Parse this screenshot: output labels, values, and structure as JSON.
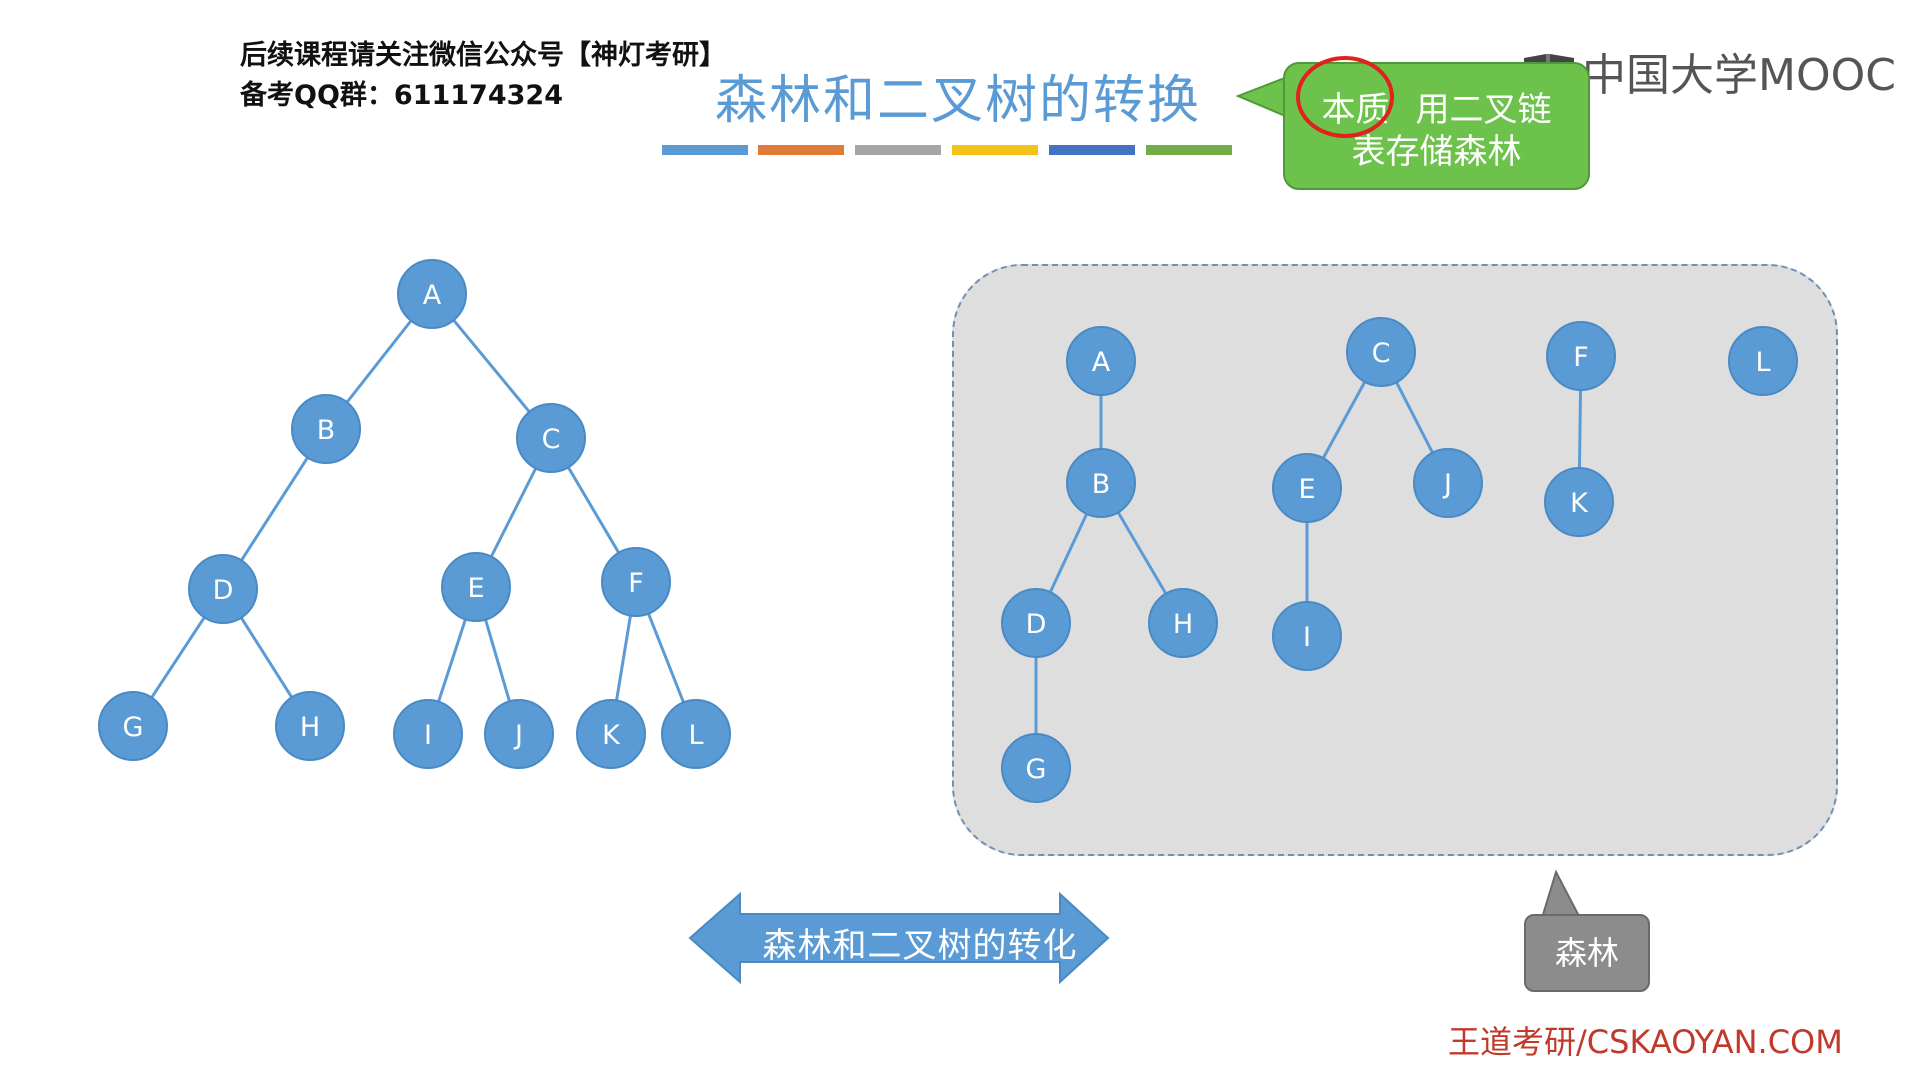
{
  "notice": {
    "line1": "后续课程请关注微信公众号【神灯考研】",
    "line2": "备考QQ群：611174324"
  },
  "title": "森林和二叉树的转换",
  "color_bars": [
    "#5b9bd5",
    "#e07b39",
    "#a5a5a5",
    "#f2c316",
    "#4472c4",
    "#70ad47"
  ],
  "logo": {
    "text": "中国大学MOOC",
    "icon": "mooc-book-icon"
  },
  "callout": {
    "emphasis": "本质",
    "line1_rest": "用二叉链",
    "line2": "表存储森林"
  },
  "arrow_label": "森林和二叉树的转化",
  "forest_label": "森林",
  "footer": "王道考研/CSKAOYAN.COM",
  "colors": {
    "node": "#5b9bd5",
    "node_border": "#4a8ac4",
    "edge": "#5b9bd5",
    "callout_green": "#6cc24a",
    "callout_gray": "#8c8c8c",
    "emphasis_circle": "#e0211d",
    "footer": "#c0392b"
  },
  "binary_tree": {
    "nodes": [
      "A",
      "B",
      "C",
      "D",
      "E",
      "F",
      "G",
      "H",
      "I",
      "J",
      "K",
      "L"
    ],
    "edges": [
      [
        "A",
        "B"
      ],
      [
        "A",
        "C"
      ],
      [
        "B",
        "D"
      ],
      [
        "C",
        "E"
      ],
      [
        "C",
        "F"
      ],
      [
        "D",
        "G"
      ],
      [
        "D",
        "H"
      ],
      [
        "E",
        "I"
      ],
      [
        "E",
        "J"
      ],
      [
        "F",
        "K"
      ],
      [
        "F",
        "L"
      ]
    ]
  },
  "forest": {
    "trees": [
      {
        "nodes": [
          "A",
          "B",
          "D",
          "H",
          "G"
        ],
        "edges": [
          [
            "A",
            "B"
          ],
          [
            "B",
            "D"
          ],
          [
            "B",
            "H"
          ],
          [
            "D",
            "G"
          ]
        ]
      },
      {
        "nodes": [
          "C",
          "E",
          "J",
          "I"
        ],
        "edges": [
          [
            "C",
            "E"
          ],
          [
            "C",
            "J"
          ],
          [
            "E",
            "I"
          ]
        ]
      },
      {
        "nodes": [
          "F",
          "K"
        ],
        "edges": [
          [
            "F",
            "K"
          ]
        ]
      },
      {
        "nodes": [
          "L"
        ],
        "edges": []
      }
    ]
  }
}
